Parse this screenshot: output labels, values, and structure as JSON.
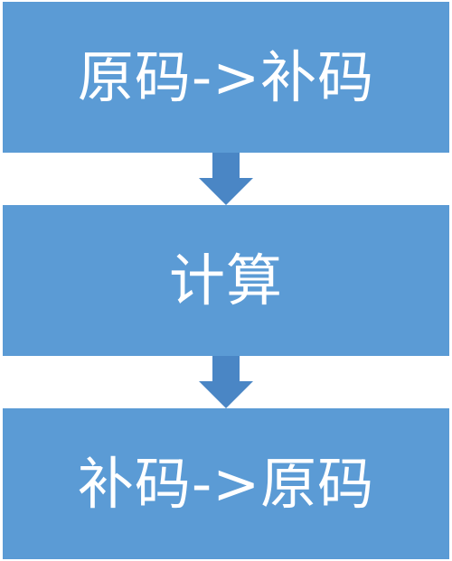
{
  "flow": {
    "steps": [
      {
        "label": "原码->补码"
      },
      {
        "label": "计算"
      },
      {
        "label": "补码->原码"
      }
    ],
    "colors": {
      "box": "#5b9bd5",
      "arrow": "#4a86c5",
      "text": "#ffffff"
    },
    "connector_icon": "down-arrow-icon"
  }
}
